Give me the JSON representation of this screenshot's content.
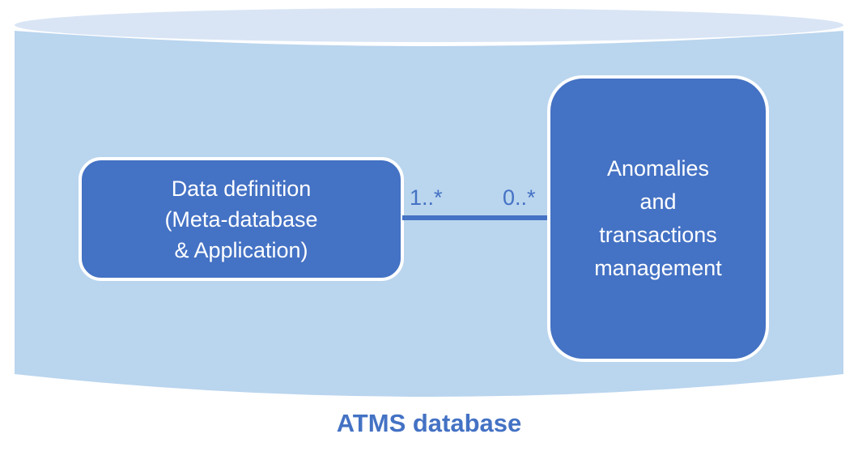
{
  "diagram": {
    "title": "ATMS database",
    "nodes": {
      "data_definition": {
        "lines": [
          "Data definition",
          "(Meta-database",
          "& Application)"
        ]
      },
      "anomalies": {
        "lines": [
          "Anomalies",
          "and",
          "transactions",
          "management"
        ]
      }
    },
    "connector": {
      "source_multiplicity": "1..*",
      "target_multiplicity": "0..*"
    },
    "colors": {
      "background": "#FFFFFF",
      "cylinder_body": "#BAD5EE",
      "cylinder_top": "#D9E5F5",
      "node_fill": "#4472C4",
      "node_border": "#FFFFFF",
      "node_text": "#FFFFFF",
      "connector": "#4472C4",
      "label_text": "#4472C4",
      "title_text": "#4472C4"
    }
  }
}
